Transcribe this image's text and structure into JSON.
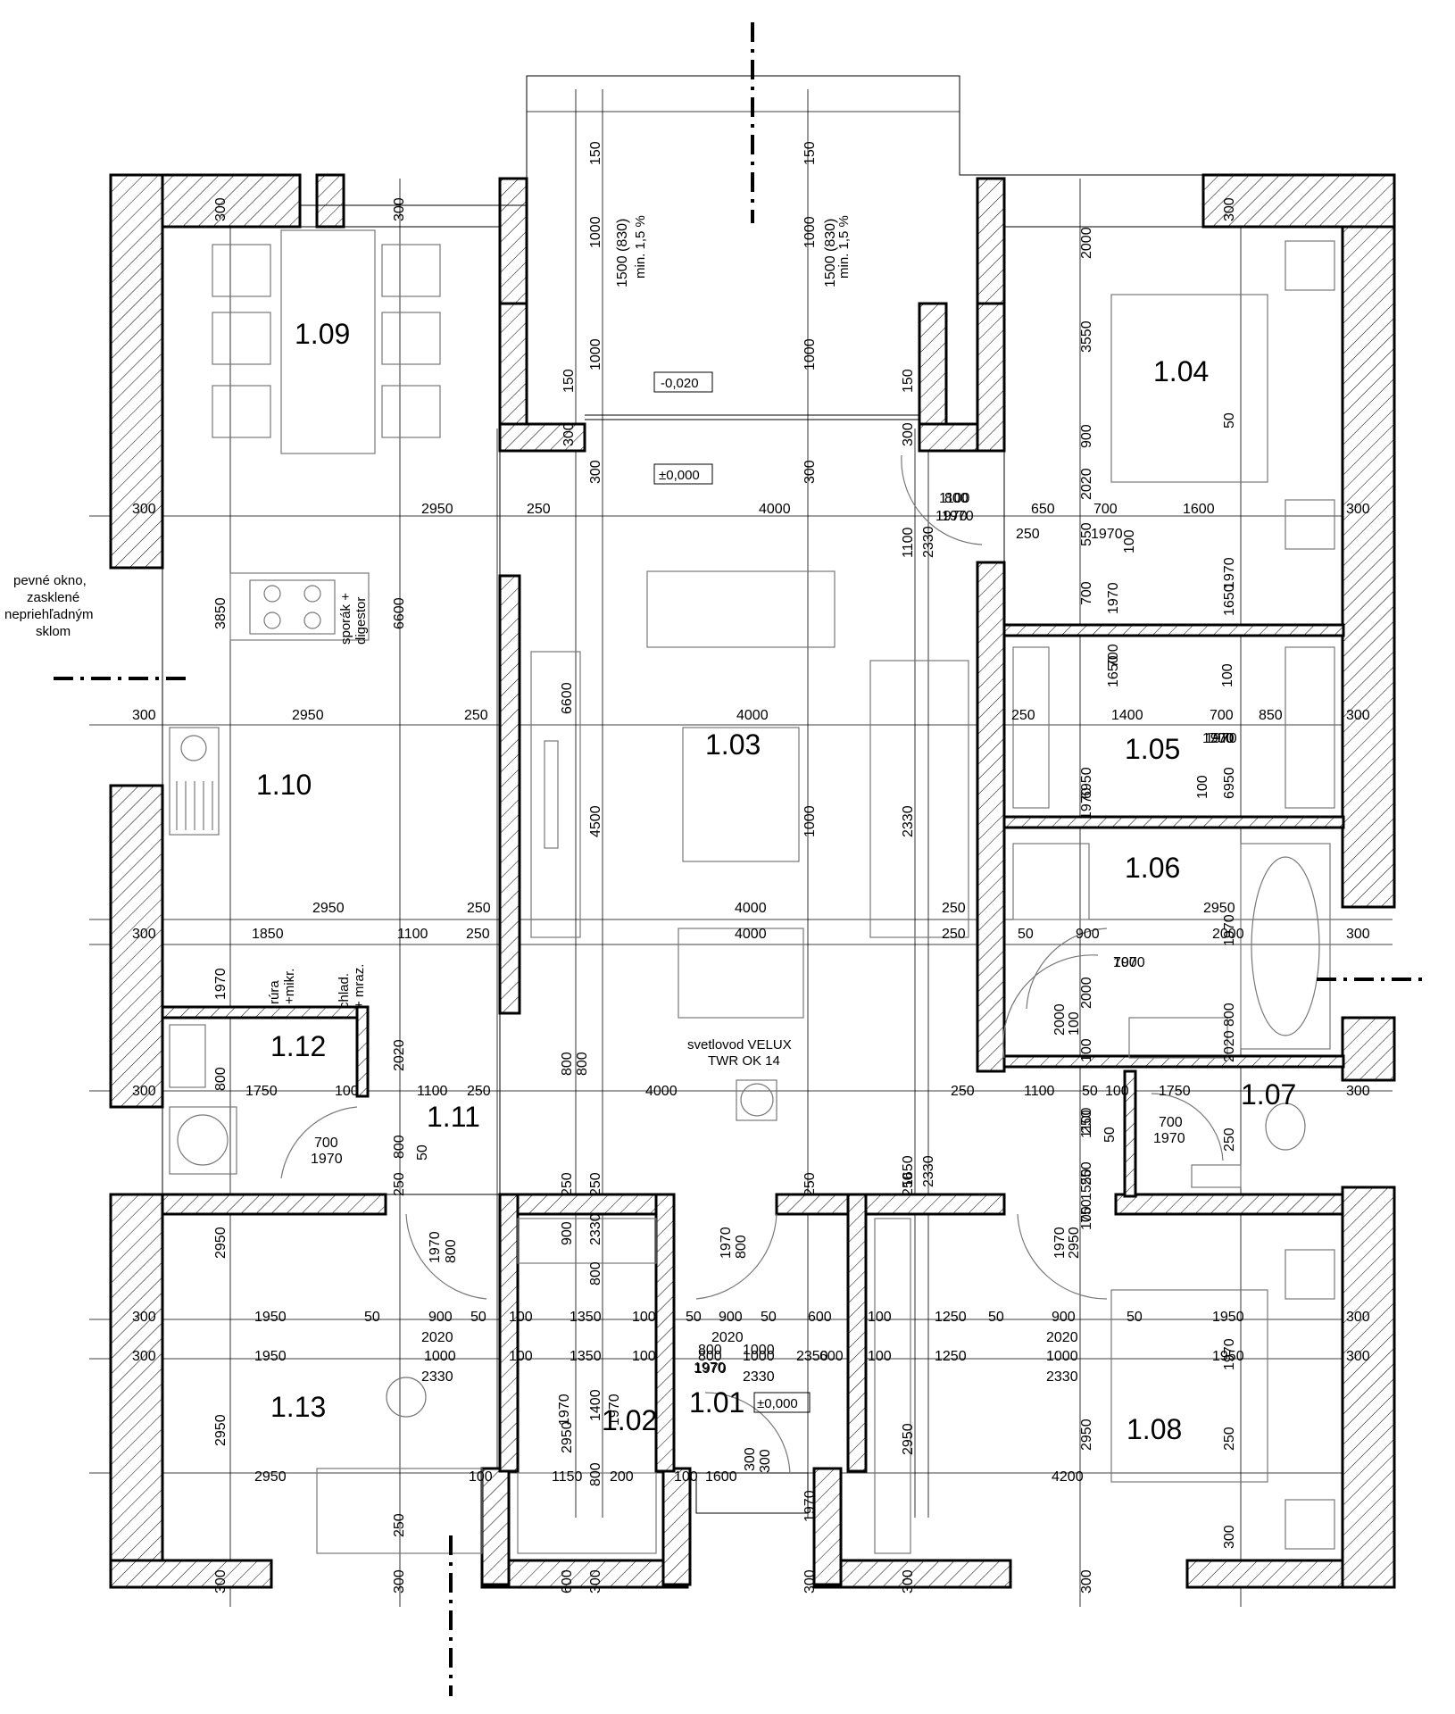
{
  "rooms": [
    {
      "id": "1.01"
    },
    {
      "id": "1.02"
    },
    {
      "id": "1.03"
    },
    {
      "id": "1.04"
    },
    {
      "id": "1.05"
    },
    {
      "id": "1.06"
    },
    {
      "id": "1.07"
    },
    {
      "id": "1.08"
    },
    {
      "id": "1.09"
    },
    {
      "id": "1.10"
    },
    {
      "id": "1.11"
    },
    {
      "id": "1.12"
    },
    {
      "id": "1.13"
    }
  ],
  "levels": {
    "terrace": "-0,020",
    "living": "±0,000",
    "entry": "±0,000"
  },
  "notes": {
    "window": [
      "pevné okno,",
      "zasklené",
      "nepriehľadným",
      "sklom"
    ],
    "stove": [
      "sporák +",
      "digestor"
    ],
    "oven": [
      "rúra",
      "+mikr."
    ],
    "fridge": [
      "chlad.",
      "+ mraz."
    ],
    "skylight": [
      "svetlovod VELUX",
      "TWR OK 14"
    ],
    "slope": "min. 1,5 %"
  },
  "dims": {
    "row300": [
      "300",
      "2950",
      "250",
      "4000",
      "650",
      "700",
      "1600",
      "300"
    ],
    "row467": [
      "1100",
      "2330",
      "800",
      "1970",
      "250",
      "1970"
    ],
    "row654": [
      "300",
      "2950",
      "250",
      "4000",
      "250",
      "1400",
      "700",
      "850",
      "300"
    ],
    "row830": [
      "2950",
      "250",
      "4000",
      "250",
      "2950"
    ],
    "row853": [
      "300",
      "1850",
      "1100",
      "250",
      "4000",
      "250",
      "50",
      "900",
      "2000",
      "300"
    ],
    "row997": [
      "300",
      "1750",
      "100",
      "1100",
      "250",
      "4000",
      "250",
      "1100",
      "50",
      "100",
      "1750",
      "300"
    ],
    "row1202": [
      "300",
      "1950",
      "50",
      "900",
      "50",
      "100",
      "1350",
      "100",
      "50",
      "900",
      "50",
      "600",
      "100",
      "1250",
      "50",
      "900",
      "50",
      "1950",
      "300"
    ],
    "row1221": [
      "2020",
      "2020",
      "2020"
    ],
    "row1238": [
      "300",
      "1950",
      "1000",
      "100",
      "1350",
      "100",
      "800",
      "1000",
      "2350",
      "600",
      "100",
      "1250",
      "1000",
      "1950",
      "300"
    ],
    "row1260": [
      "2330",
      "2330",
      "2330",
      "1970"
    ],
    "row1350": [
      "2950",
      "100",
      "1150",
      "200",
      "100",
      "1600",
      "4200"
    ],
    "vert": [
      "300",
      "300",
      "150",
      "1000",
      "1500 (830)",
      "1000",
      "150",
      "300",
      "300",
      "150",
      "1000",
      "1500 (830)",
      "1000",
      "150",
      "300",
      "300",
      "300",
      "2000",
      "3550",
      "50",
      "900",
      "2020",
      "550",
      "700",
      "1970",
      "100",
      "1650",
      "1650",
      "100",
      "700",
      "1970",
      "100",
      "6950",
      "6950",
      "3850",
      "6600",
      "6600",
      "4500",
      "1000",
      "2330",
      "1100",
      "2330",
      "1650",
      "2330",
      "800",
      "800",
      "2020",
      "800",
      "50",
      "250",
      "250",
      "250",
      "250",
      "250",
      "250",
      "1550",
      "100",
      "800",
      "1970",
      "2000",
      "100",
      "2000",
      "100",
      "800",
      "2020",
      "1100",
      "50",
      "250",
      "250",
      "750",
      "2950",
      "800",
      "1970",
      "1400",
      "1970",
      "800",
      "1970",
      "800",
      "1970",
      "800",
      "1970",
      "2950",
      "2950",
      "2950",
      "2950",
      "2950",
      "250",
      "250",
      "900",
      "2330",
      "300",
      "300",
      "300",
      "300",
      "600",
      "300",
      "300",
      "300",
      "300",
      "300",
      "1970",
      "1970",
      "1970",
      "1970"
    ],
    "door": [
      "800",
      "1970",
      "700",
      "1970",
      "700",
      "1970",
      "700",
      "1970",
      "700",
      "1970",
      "800",
      "1970",
      "1000",
      "1970",
      "1970",
      "1970"
    ]
  }
}
